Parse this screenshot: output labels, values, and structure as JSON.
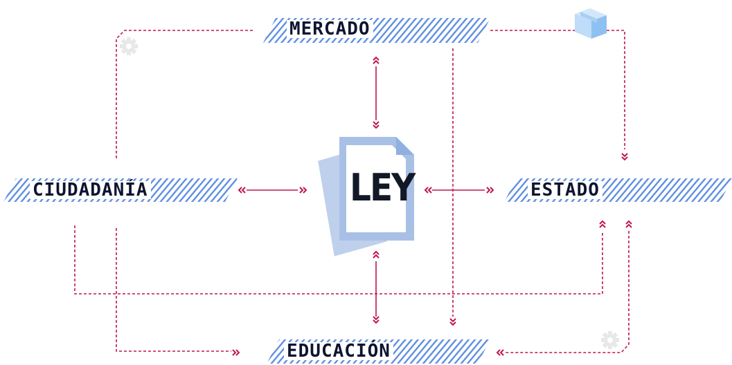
{
  "diagram": {
    "nodes": {
      "mercado": "MERCADO",
      "ciudadania": "CIUDADANÍA",
      "estado": "ESTADO",
      "educacion": "EDUCACIÓN",
      "ley": "LEY"
    },
    "colors": {
      "connector": "#c0144a",
      "hatch": "#5f8fe0",
      "document": "#a9c0e6",
      "document_back": "#bfd0ec",
      "text": "#0d1530",
      "gear": "#e6e6e6",
      "box": "#9ec8f5"
    },
    "icons": [
      "document-icon",
      "gear-icon",
      "box-icon",
      "double-chevron-icon"
    ]
  }
}
